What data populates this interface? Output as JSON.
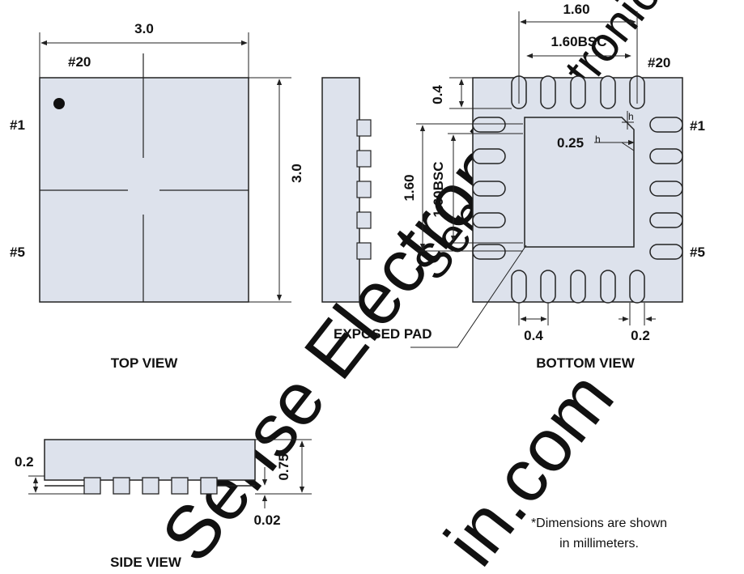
{
  "watermark": "Sense Electronics",
  "watermark2": "Sense Electronics",
  "watermark_url": "in.com",
  "colors": {
    "package_fill": "#dde2ec",
    "line": "#222222",
    "watermark": "#e4e4e4"
  },
  "top_view": {
    "caption": "TOP VIEW",
    "width_dim": "3.0",
    "height_dim": "3.0",
    "pin20_label": "#20",
    "pin1_label": "#1",
    "pin5_label": "#5"
  },
  "bottom_view": {
    "caption": "BOTTOM VIEW",
    "dim_top_outer": "1.60",
    "dim_top_bsc": "1.60BSC",
    "dim_left_outer": "1.60",
    "dim_left_bsc": "1.60BSC",
    "dim_pad_pitch_top": "0.4",
    "dim_chamfer": "0.25",
    "dim_h1": "h",
    "dim_h2": "h",
    "dim_pitch_bottom": "0.4",
    "dim_pad_width": "0.2",
    "exposed_pad_label": "EXPOSED PAD",
    "pin20_label": "#20",
    "pin1_label": "#1",
    "pin5_label": "#5"
  },
  "side_view": {
    "caption": "SIDE VIEW",
    "dim_height": "0.75",
    "dim_standoff": "0.2",
    "dim_terminal": "0.02"
  },
  "note_line1": "*Dimensions are shown",
  "note_line2": "in millimeters."
}
